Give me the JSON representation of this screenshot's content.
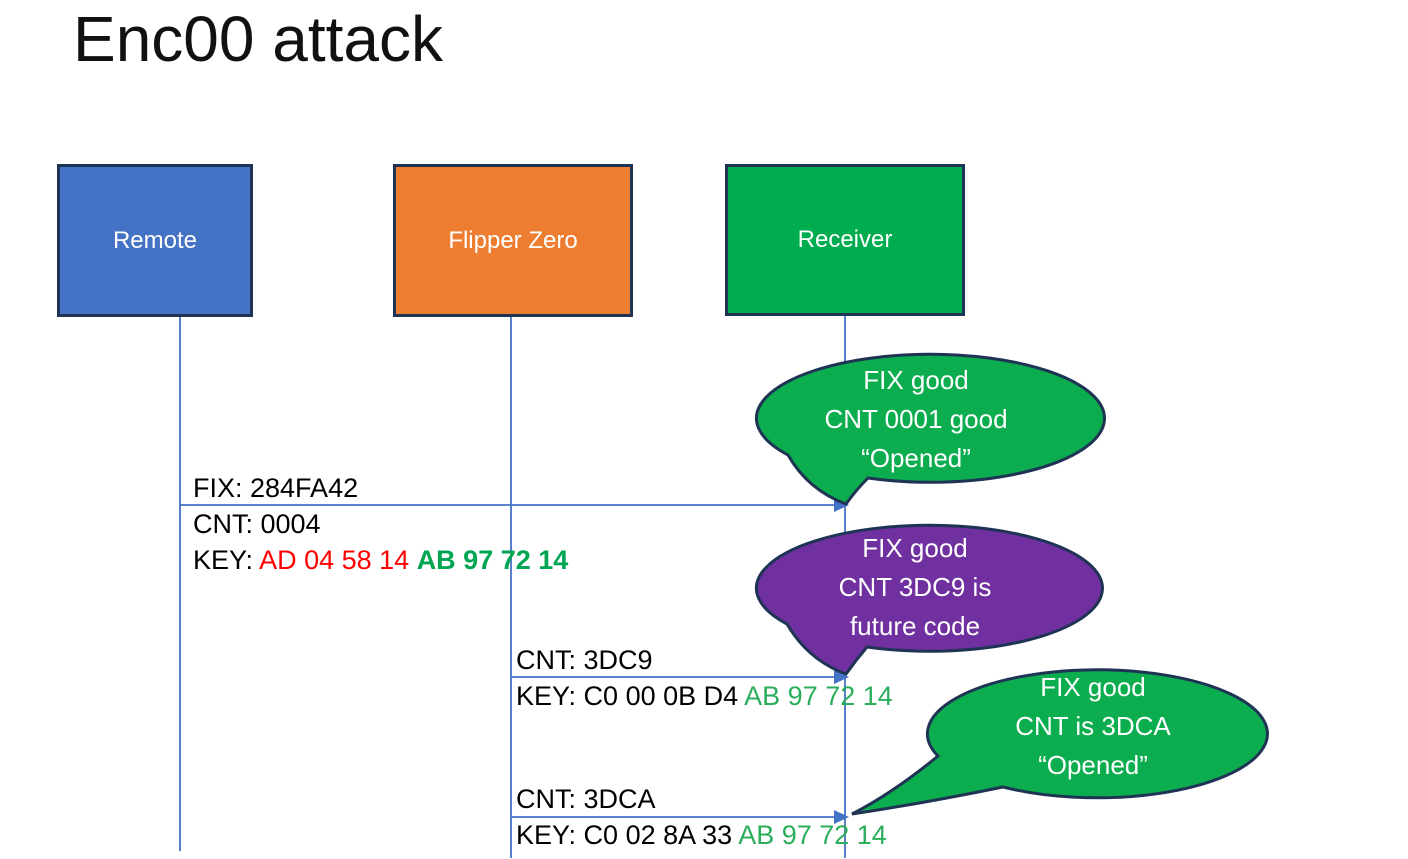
{
  "title": "Enc00 attack",
  "actors": [
    {
      "label": "Remote",
      "color": "#4472C4"
    },
    {
      "label": "Flipper Zero",
      "color": "#ED7D31"
    },
    {
      "label": "Receiver",
      "color": "#00AC50"
    }
  ],
  "colors": {
    "connector_blue": "#4472C4",
    "border_navy": "#1F3455",
    "key_red": "#FF0000",
    "key_green_bold": "#00A651",
    "key_green": "#2BAE5C"
  },
  "messages": [
    {
      "above": "FIX: 284FA42",
      "mid": "CNT: 0004",
      "key_label": "KEY: ",
      "key_red": "AD 04 58 14 ",
      "key_green": "AB 97 72 14"
    },
    {
      "above": "CNT: 3DC9",
      "key_label": "KEY: ",
      "key_black": "C0 00 0B D4 ",
      "key_green": "AB 97 72 14"
    },
    {
      "above": "CNT: 3DCA",
      "key_label": "KEY: ",
      "key_black": "C0 02 8A 33 ",
      "key_green": "AB 97 72 14"
    }
  ],
  "callouts": [
    {
      "color": "#0BAD4F",
      "lines": [
        "FIX good",
        "CNT 0001 good",
        "“Opened”"
      ]
    },
    {
      "color": "#7030A0",
      "lines": [
        "FIX good",
        "CNT 3DC9 is",
        "future code"
      ]
    },
    {
      "color": "#0BAD4F",
      "lines": [
        "FIX good",
        "CNT is 3DCA",
        "“Opened”"
      ]
    }
  ]
}
